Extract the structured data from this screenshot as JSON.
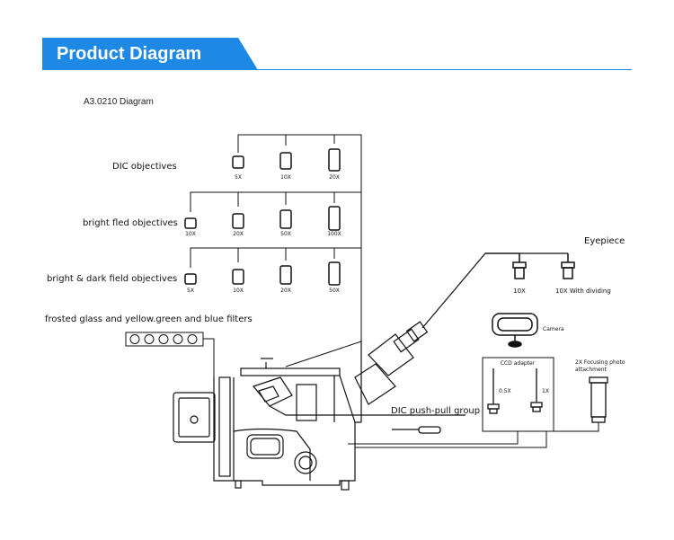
{
  "header": {
    "title": "Product Diagram",
    "accent_color": "#1e88e5"
  },
  "model_label": "A3.0210  Diagram",
  "objective_groups": [
    {
      "label": "DIC objectives",
      "magnifications": [
        "5X",
        "10X",
        "20X"
      ]
    },
    {
      "label": "bright fled objectives",
      "magnifications": [
        "10X",
        "20X",
        "50X",
        "100X"
      ]
    },
    {
      "label": "bright & dark field objectives",
      "magnifications": [
        "5X",
        "10X",
        "20X",
        "50X"
      ]
    }
  ],
  "filters": {
    "label": "frosted glass and yellow.green and blue filters",
    "count": 5
  },
  "eyepiece": {
    "label": "Eyepiece",
    "options": [
      "10X",
      "10X With dividing"
    ]
  },
  "camera_label": "Camera",
  "ccd_adapter": {
    "label": "CCD adapter",
    "options": [
      "0.5X",
      "1X"
    ]
  },
  "focusing_attachment_label": [
    "2X Focusing photo",
    "attachment"
  ],
  "dic_group_label": "DIC push-pull group"
}
